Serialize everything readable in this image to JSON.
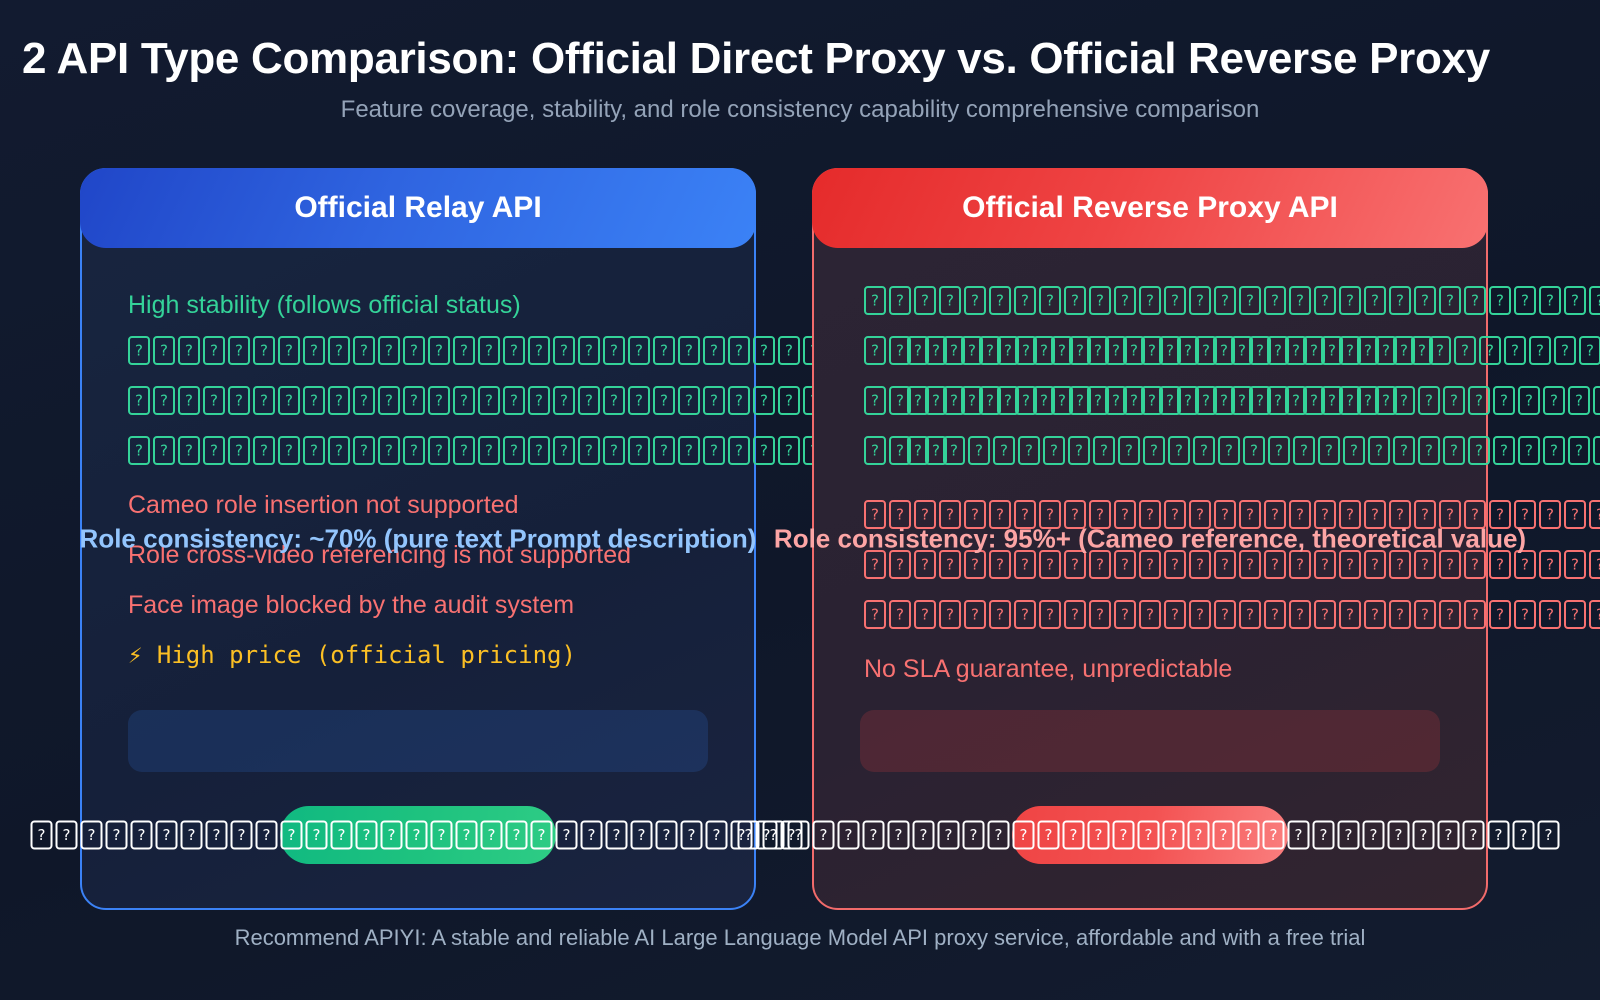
{
  "header": {
    "title": "2 API Type Comparison: Official Direct Proxy vs. Official Reverse Proxy",
    "subtitle": "Feature coverage, stability, and role consistency capability comprehensive comparison"
  },
  "cards": [
    {
      "id": "official-relay-api",
      "header_label": "Official Relay API",
      "accent": "#3b82f6",
      "rows": [
        {
          "kind": "text",
          "tone": "good",
          "text": "High stability (follows official status)"
        },
        {
          "kind": "tofu",
          "tone": "good",
          "count": 45
        },
        {
          "kind": "tofu",
          "tone": "good",
          "count": 45
        },
        {
          "kind": "tofu",
          "tone": "good",
          "count": 45
        },
        {
          "kind": "text",
          "tone": "bad",
          "text": "Cameo role insertion not supported"
        },
        {
          "kind": "text",
          "tone": "bad",
          "text": "Role cross-video referencing is not supported"
        },
        {
          "kind": "text",
          "tone": "bad",
          "text": "Face image blocked by the audit system"
        },
        {
          "kind": "text",
          "tone": "warn",
          "text": "⚡ High price (official pricing)"
        }
      ],
      "highlight": "Role consistency: ~70% (pure text Prompt description)",
      "cta": {
        "tofu_before": 7,
        "tofu_inside": 10,
        "tofu_after": 14
      }
    },
    {
      "id": "official-reverse-proxy-api",
      "header_label": "Official Reverse Proxy API",
      "accent": "#ef4444",
      "rows": [
        {
          "kind": "tofu",
          "tone": "good",
          "count": 33
        },
        {
          "kind": "tofu",
          "tone": "good",
          "count": 44,
          "tight_from": 1,
          "tight_to": 30
        },
        {
          "kind": "tofu",
          "tone": "good",
          "count": 44,
          "tight_from": 1,
          "tight_to": 28
        },
        {
          "kind": "tofu",
          "tone": "good",
          "count": 36,
          "tight_from": 1,
          "tight_to": 3
        },
        {
          "kind": "spacer"
        },
        {
          "kind": "tofu",
          "tone": "bad",
          "count": 33
        },
        {
          "kind": "tofu",
          "tone": "bad",
          "count": 33
        },
        {
          "kind": "tofu",
          "tone": "bad",
          "count": 33
        },
        {
          "kind": "text",
          "tone": "bad",
          "text": "No SLA guarantee, unpredictable"
        }
      ],
      "highlight": "Role consistency: 95%+ (Cameo reference, theoretical value)",
      "cta": {
        "tofu_before": 9,
        "tofu_inside": 11,
        "tofu_after": 13
      }
    }
  ],
  "footer": {
    "text": "Recommend APIYI: A stable and reliable AI Large Language Model API proxy service, affordable and with a free trial"
  },
  "colors": {
    "background": "#111a2e",
    "good": "#34d399",
    "bad": "#f87171",
    "warn": "#fbbf24",
    "blue_accent": "#3b82f6",
    "red_accent": "#ef4444",
    "cta_green": "#10b981",
    "cta_red": "#ef4444"
  }
}
